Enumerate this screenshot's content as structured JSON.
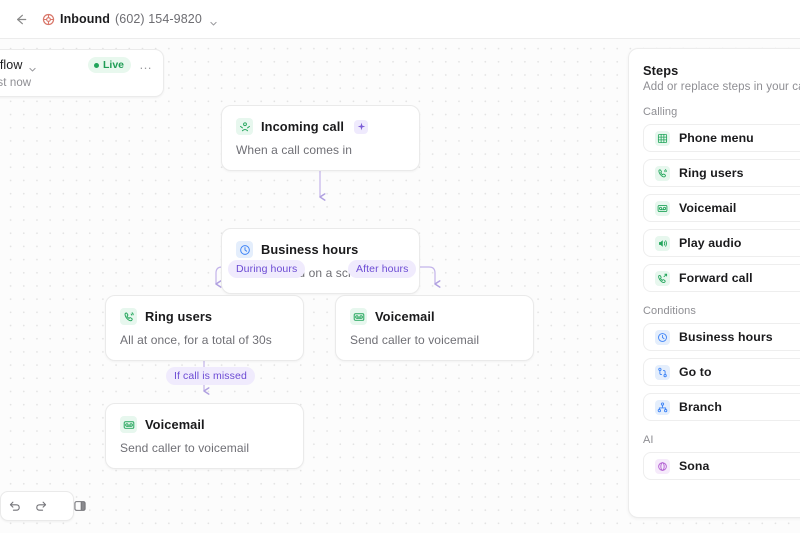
{
  "header": {
    "back_icon": "back-arrow-icon",
    "tab_icon": "inbound-ring-icon",
    "tab_title": "Inbound",
    "tab_number": "(602) 154-9820",
    "tab_chevron": "chevron-down-icon"
  },
  "flow_card": {
    "name": "ault call flow",
    "chevron": "chevron-down-icon",
    "status_label": "Live",
    "status_color": "#1f9d55",
    "more_icon": "ellipsis-icon",
    "edited": "edited just now"
  },
  "flow": {
    "nodes": [
      {
        "id": "incoming-call",
        "title": "Incoming call",
        "desc": "When a call comes in",
        "icon": "incoming-call-icon",
        "icon_tone": "green",
        "badge": "sparkle-icon"
      },
      {
        "id": "business-hours",
        "title": "Business hours",
        "desc": "Route based on a schedule",
        "icon": "clock-icon",
        "icon_tone": "blue",
        "badge": ""
      },
      {
        "id": "ring-users",
        "title": "Ring users",
        "desc": "All at once, for a total of 30s",
        "icon": "ring-phone-icon",
        "icon_tone": "green",
        "badge": ""
      },
      {
        "id": "voicemail-after-hours",
        "title": "Voicemail",
        "desc": "Send caller to voicemail",
        "icon": "voicemail-icon",
        "icon_tone": "green",
        "badge": ""
      },
      {
        "id": "voicemail-missed",
        "title": "Voicemail",
        "desc": "Send caller to voicemail",
        "icon": "voicemail-icon",
        "icon_tone": "green",
        "badge": ""
      }
    ],
    "branch_labels": [
      {
        "id": "during-hours",
        "text": "During hours"
      },
      {
        "id": "after-hours",
        "text": "After hours"
      },
      {
        "id": "if-call-missed",
        "text": "If call is missed"
      }
    ],
    "edge_color": "#b9a8e8"
  },
  "toolbar": {
    "undo": "undo-icon",
    "redo": "redo-icon",
    "panel_toggle": "panel-toggle-icon"
  },
  "panel": {
    "title": "Steps",
    "subtitle": "Add or replace steps in your call flo",
    "groups": [
      {
        "label": "Calling",
        "items": [
          {
            "label": "Phone menu",
            "icon": "keypad-icon",
            "tone": "green"
          },
          {
            "label": "Ring users",
            "icon": "ring-phone-icon",
            "tone": "green"
          },
          {
            "label": "Voicemail",
            "icon": "voicemail-icon",
            "tone": "green"
          },
          {
            "label": "Play audio",
            "icon": "speaker-icon",
            "tone": "green"
          },
          {
            "label": "Forward call",
            "icon": "forward-call-icon",
            "tone": "green"
          }
        ]
      },
      {
        "label": "Conditions",
        "items": [
          {
            "label": "Business hours",
            "icon": "clock-icon",
            "tone": "blue"
          },
          {
            "label": "Go to",
            "icon": "goto-icon",
            "tone": "blue"
          },
          {
            "label": "Branch",
            "icon": "branch-icon",
            "tone": "blue"
          }
        ]
      },
      {
        "label": "AI",
        "items": [
          {
            "label": "Sona",
            "icon": "sona-icon",
            "tone": "purple"
          }
        ]
      }
    ]
  }
}
